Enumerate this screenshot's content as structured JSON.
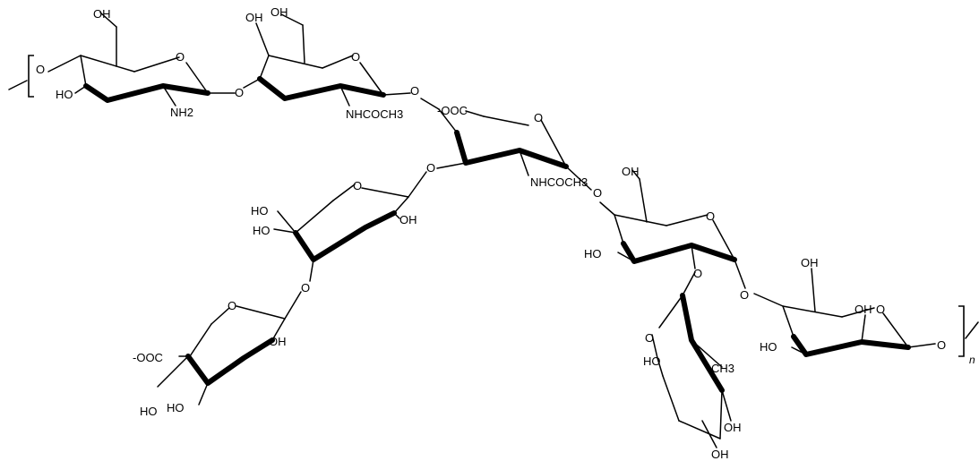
{
  "labels": {
    "oh": "OH",
    "ho": "HO",
    "o": "O",
    "nh2": "NH2",
    "nhcoch3": "NHCOCH3",
    "coo_left": "-OOC",
    "coo_right": "-OOC",
    "ch3": "CH3",
    "repeat": "n"
  }
}
